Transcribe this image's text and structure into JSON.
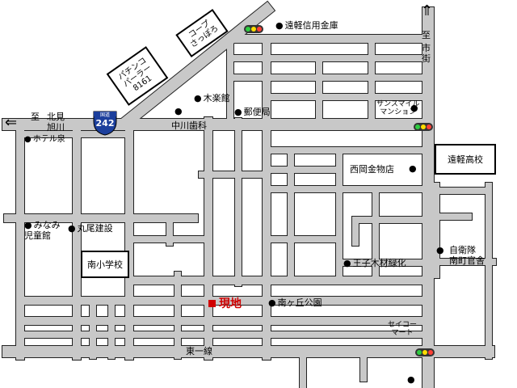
{
  "colors": {
    "road": "#c8c8c8",
    "road_edge": "#222222",
    "current": "#d10000",
    "route_blue": "#1c3f9c"
  },
  "direction": {
    "kita_prefix": "至",
    "kita_dest": "北見\n旭川",
    "shi_prefix": "至",
    "shi_dest": "市街"
  },
  "route": {
    "top": "国道",
    "number": "242"
  },
  "roads": {
    "nakagawa": "中川歯科",
    "higashi": "東一線"
  },
  "landmarks": {
    "coop": "コープ\nさっぽろ",
    "pachinko": "パチンコ\nパーラー\n8161",
    "kiraku": "木楽館",
    "yubin": "郵便局",
    "engaru_shinyo": "遠軽信用金庫",
    "sunsmile": "サンスマイル\nマンション",
    "hotel": "ホテル泉",
    "engaru_ko": "遠軽高校",
    "nishioka": "西岡金物店",
    "minami_jido": "みなみ\n児童館",
    "maruo": "丸尾建設",
    "minami_sho": "南小学校",
    "oji": "王子木材緑化",
    "jieitai": "自衛隊\n南町官舎",
    "minamigaoka": "南ヶ丘公園",
    "seicomart": "セイコー\nマート",
    "genchi": "現地"
  }
}
